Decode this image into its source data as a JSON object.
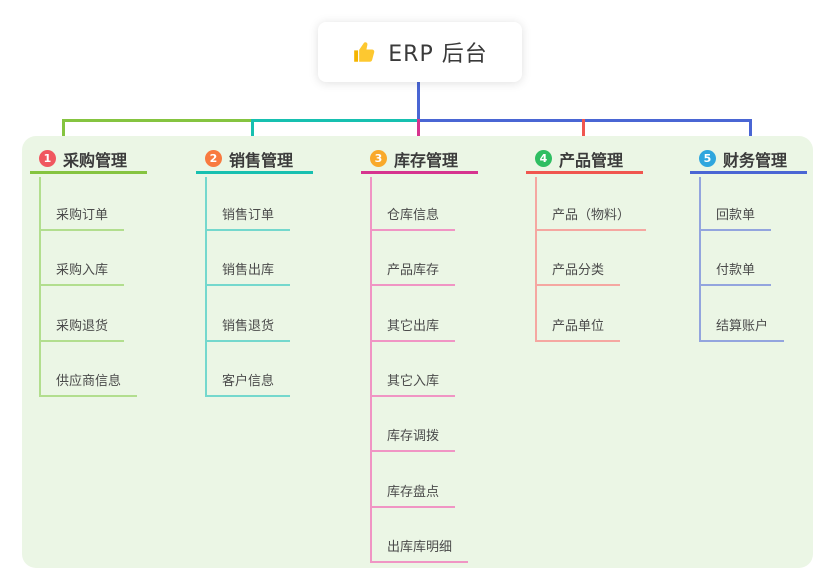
{
  "root": {
    "label": "ERP 后台",
    "icon": "thumbs-up-icon",
    "line_color": "#4a66d4"
  },
  "panel": {
    "background": "#ebf6e5"
  },
  "branches": [
    {
      "badge": "1",
      "label": "采购管理",
      "badge_color": "#f0575f",
      "line_color": "#85c440",
      "child_line_color": "#b2de8e",
      "children": [
        "采购订单",
        "采购入库",
        "采购退货",
        "供应商信息"
      ]
    },
    {
      "badge": "2",
      "label": "销售管理",
      "badge_color": "#f87a3f",
      "line_color": "#17c0b0",
      "child_line_color": "#74d8cd",
      "children": [
        "销售订单",
        "销售出库",
        "销售退货",
        "客户信息"
      ]
    },
    {
      "badge": "3",
      "label": "库存管理",
      "badge_color": "#f9a92a",
      "line_color": "#d6348f",
      "child_line_color": "#f095c4",
      "children": [
        "仓库信息",
        "产品库存",
        "其它出库",
        "其它入库",
        "库存调拨",
        "库存盘点",
        "出库库明细"
      ]
    },
    {
      "badge": "4",
      "label": "产品管理",
      "badge_color": "#2fbe62",
      "line_color": "#f0564f",
      "child_line_color": "#f5a7a1",
      "children": [
        "产品（物料）",
        "产品分类",
        "产品单位"
      ]
    },
    {
      "badge": "5",
      "label": "财务管理",
      "badge_color": "#2fa6de",
      "line_color": "#4a66d4",
      "child_line_color": "#93a5de",
      "children": [
        "回款单",
        "付款单",
        "结算账户"
      ]
    }
  ]
}
